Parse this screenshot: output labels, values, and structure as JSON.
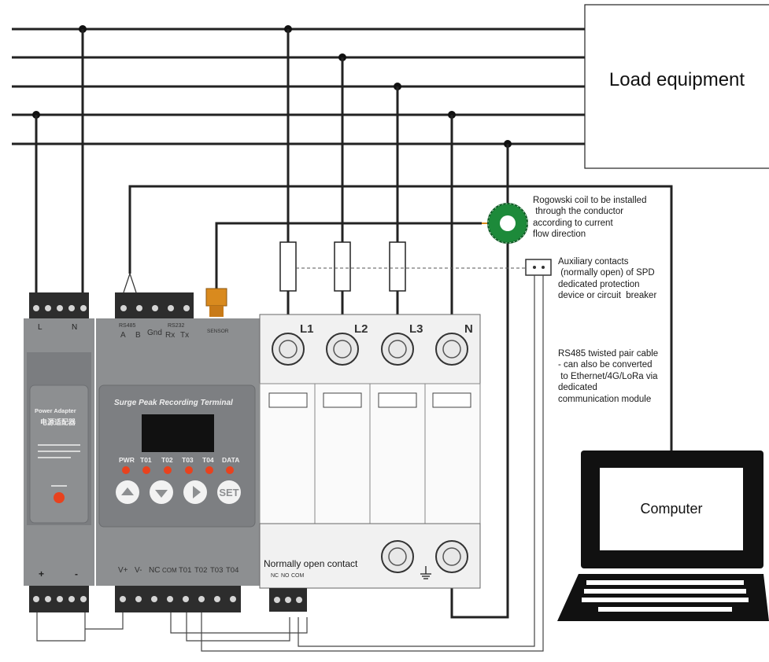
{
  "load_equipment": {
    "label": "Load equipment"
  },
  "computer": {
    "label": "Computer"
  },
  "annotations": {
    "rogowski": [
      "Rogowski coil to be installed",
      " through the conductor",
      "according to current",
      "flow direction"
    ],
    "auxiliary": [
      "Auxiliary contacts",
      " (normally open) of SPD",
      "dedicated protection",
      "device or circuit  breaker"
    ],
    "rs485_cable": [
      "RS485 twisted pair cable",
      "- can also be converted",
      " to Ethernet/4G/LoRa via",
      "dedicated",
      "communication module"
    ],
    "normally_open": "Normally open contact"
  },
  "power_adapter": {
    "title_en": "Power Adapter",
    "title_cn": "电源适配器",
    "top_terminals": [
      "L",
      "N"
    ],
    "bottom_terminals": [
      "+",
      "-"
    ]
  },
  "recording_terminal": {
    "title": "Surge Peak Recording Terminal",
    "indicators": [
      "PWR",
      "T01",
      "T02",
      "T03",
      "T04",
      "DATA"
    ],
    "buttons": [
      "up",
      "down",
      "right",
      "SET"
    ],
    "top_labels": {
      "rs485": "RS485",
      "a": "A",
      "b": "B",
      "gnd": "Gnd",
      "rs232": "RS232",
      "rx": "Rx",
      "tx": "Tx",
      "sensor": "SENSOR"
    },
    "bottom_labels": [
      "V+",
      "V-",
      "NC",
      "COM",
      "T01",
      "T02",
      "T03",
      "T04"
    ]
  },
  "spd": {
    "poles": [
      "L1",
      "L2",
      "L3",
      "N"
    ],
    "contact_labels": [
      "NC",
      "NO",
      "COM"
    ]
  },
  "icons": {
    "ground": "ground-icon",
    "button_up": "chevron-up-icon",
    "button_down": "chevron-down-icon",
    "button_right": "play-right-icon"
  },
  "colors": {
    "device_body": "#8d8f91",
    "led_red": "#e8421e",
    "coil_green": "#1d8a3a",
    "sensor_orange": "#d98a1e",
    "wire": "#222222"
  }
}
